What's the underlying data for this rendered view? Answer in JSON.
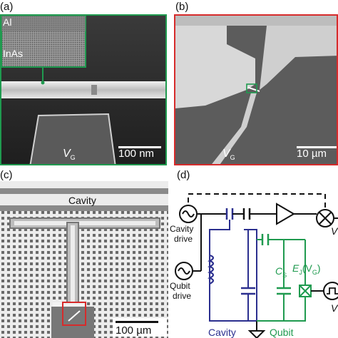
{
  "figure": {
    "panels": [
      {
        "label": "(a)",
        "description_labels": {
          "inset_top": "Al",
          "inset_bottom": "InAs",
          "gate": "V",
          "gate_sub": "G"
        },
        "scale_bar": "100 nm",
        "border_color": "#1f9a4f"
      },
      {
        "label": "(b)",
        "description_labels": {
          "gate": "V",
          "gate_sub": "G"
        },
        "scale_bar": "10 µm",
        "border_color": "#d62b2b"
      },
      {
        "label": "(c)",
        "description_labels": {
          "cavity": "Cavity"
        },
        "scale_bar": "100 µm",
        "highlight_color": "#d62b2b"
      },
      {
        "label": "(d)",
        "circuit_labels": {
          "cavity_drive_1": "Cavity",
          "cavity_drive_2": "drive",
          "qubit_drive_1": "Qubit",
          "qubit_drive_2": "drive",
          "cs": "C",
          "cs_sub": "S",
          "ej": "E",
          "ej_sub": "J",
          "ej_arg": "(V",
          "ej_arg_sub": "G",
          "ej_close": ")",
          "cavity": "Cavity",
          "qubit": "Qubit",
          "v_right": "V",
          "v_right2": "V"
        },
        "colors": {
          "cavity": "#2b2f8f",
          "qubit": "#1f9a4f",
          "wire": "#111111"
        }
      }
    ]
  }
}
